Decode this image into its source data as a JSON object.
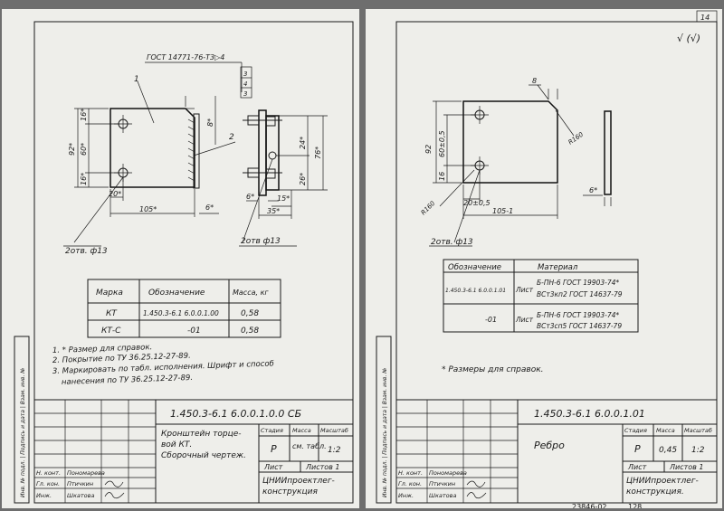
{
  "left": {
    "gost_callout": "ГОСТ 14771-76-Т3▷4",
    "part_numbers": [
      "3",
      "4",
      "3"
    ],
    "leader_1": "1",
    "leader_2": "2",
    "dim_16_top": "16*",
    "dim_60": "60*",
    "dim_92": "92*",
    "dim_16_bot": "16*",
    "dim_8": "8*",
    "dim_20": "20*",
    "dim_105": "105*",
    "dim_6_front": "6*",
    "dim_24": "24*",
    "dim_76": "76*",
    "dim_26": "26*",
    "dim_6_side": "6*",
    "dim_15": "15*",
    "dim_35": "35*",
    "holes_left": "2отв. ф13",
    "holes_right": "2отв ф13",
    "table": {
      "headers": [
        "Марка",
        "Обозначение",
        "Масса, кг"
      ],
      "rows": [
        [
          "КТ",
          "1.450.3-6.1 6.0.0.1.00",
          "0,58"
        ],
        [
          "КТ-С",
          "-01",
          "0,58"
        ]
      ]
    },
    "notes": [
      "1. * Размер для справок.",
      "2. Покрытие по ТУ 36.25.12-27-89.",
      "3. Маркировать по табл. исполнения. Шрифт и способ",
      "нанесения по ТУ 36.25.12-27-89."
    ],
    "margin_stamp": "Инв. № подл. | Подпись и дата | Взам. инв. №",
    "title_block": {
      "doc_code": "1.450.3-6.1 6.0.0.1.0.0 СБ",
      "name": [
        "Кронштейн торце-",
        "вой КТ.",
        "Сборочный чертеж."
      ],
      "col_headers": [
        "Стадия",
        "Масса",
        "Масштаб"
      ],
      "stage": "Р",
      "mass": "см. табл.",
      "scale": "1:2",
      "sheet_label": "Лист",
      "sheets_label": "Листов 1",
      "org": [
        "ЦНИИпроектлег-",
        "конструкция"
      ],
      "people": [
        [
          "Н. конт.",
          "Пономарева"
        ],
        [
          "Гл. кон.",
          "Птичкин"
        ],
        [
          "Инж.",
          "Шкатова"
        ]
      ]
    }
  },
  "right": {
    "corner_number": "14",
    "roughness_mark": "√ (√)",
    "dim_8": "8",
    "dim_r160_right": "R160",
    "dim_92": "92",
    "dim_60": "60±0,5",
    "dim_16": "16",
    "dim_r160_left": "R160",
    "dim_20": "20±0,5",
    "dim_105": "105-1",
    "dim_6": "6*",
    "holes": "2отв. ф13",
    "table": {
      "headers": [
        "Обозначение",
        "Материал"
      ],
      "rows": [
        [
          "1.450.3-6.1 6.0.0.1.01",
          "Лист",
          "Б-ПН-6 ГОСТ 19903-74*",
          "ВСт3кп2 ГОСТ 14637-79"
        ],
        [
          "-01",
          "Лист",
          "Б-ПН-6 ГОСТ 19903-74*",
          "ВСт3сп5 ГОСТ 14637-79"
        ]
      ]
    },
    "note": "* Размеры для справок.",
    "margin_stamp": "Инв. № подл. | Подпись и дата | Взам. инв. №",
    "title_block": {
      "doc_code": "1.450.3-6.1 6.0.0.1.01",
      "name": "Ребро",
      "col_headers": [
        "Стадия",
        "Масса",
        "Масштаб"
      ],
      "stage": "Р",
      "mass": "0,45",
      "scale": "1:2",
      "sheet_label": "Лист",
      "sheets_label": "Листов 1",
      "org": [
        "ЦНИИпроектлег-",
        "конструкция."
      ],
      "people": [
        [
          "Н. конт.",
          "Пономарева"
        ],
        [
          "Гл. кон.",
          "Птичкин"
        ],
        [
          "Инж.",
          "Шкатова"
        ]
      ]
    },
    "footer_number": "23846-02",
    "page_number": "128"
  }
}
